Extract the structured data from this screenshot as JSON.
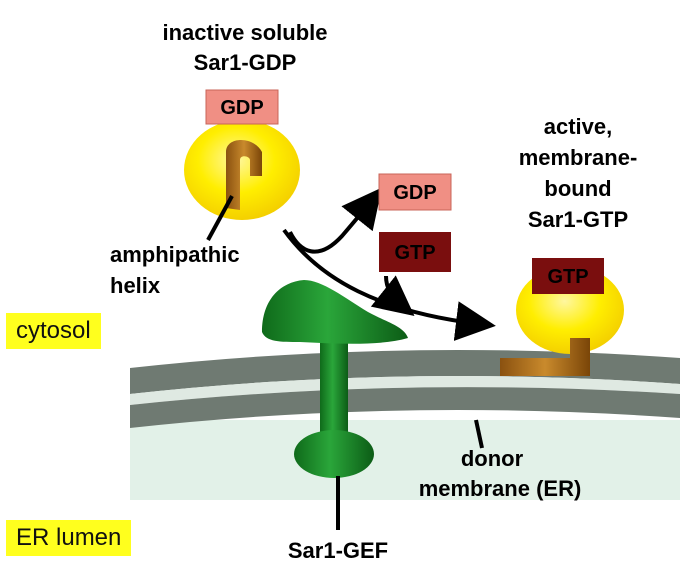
{
  "title_line1": "inactive soluble",
  "title_line2": "Sar1-GDP",
  "gdp_top": "GDP",
  "gdp_mid": "GDP",
  "gtp_mid": "GTP",
  "gtp_right": "GTP",
  "active_line1": "active,",
  "active_line2": "membrane-",
  "active_line3": "bound",
  "active_line4": "Sar1-GTP",
  "helix_line1": "amphipathic",
  "helix_line2": "helix",
  "cytosol": "cytosol",
  "donor_line1": "donor",
  "donor_line2": "membrane (ER)",
  "er_lumen": "ER lumen",
  "gef_label": "Sar1-GEF",
  "colors": {
    "yellow": "#ffee00",
    "gdp_fill": "#f08f84",
    "gtp_fill": "#7a0e0e",
    "helix_brown": "#b8761f",
    "gef_green": "#1f8a2a",
    "membrane_gray": "#6f7a72",
    "lumen_green": "#e2f1e8",
    "region_highlight": "#ffff1e"
  }
}
